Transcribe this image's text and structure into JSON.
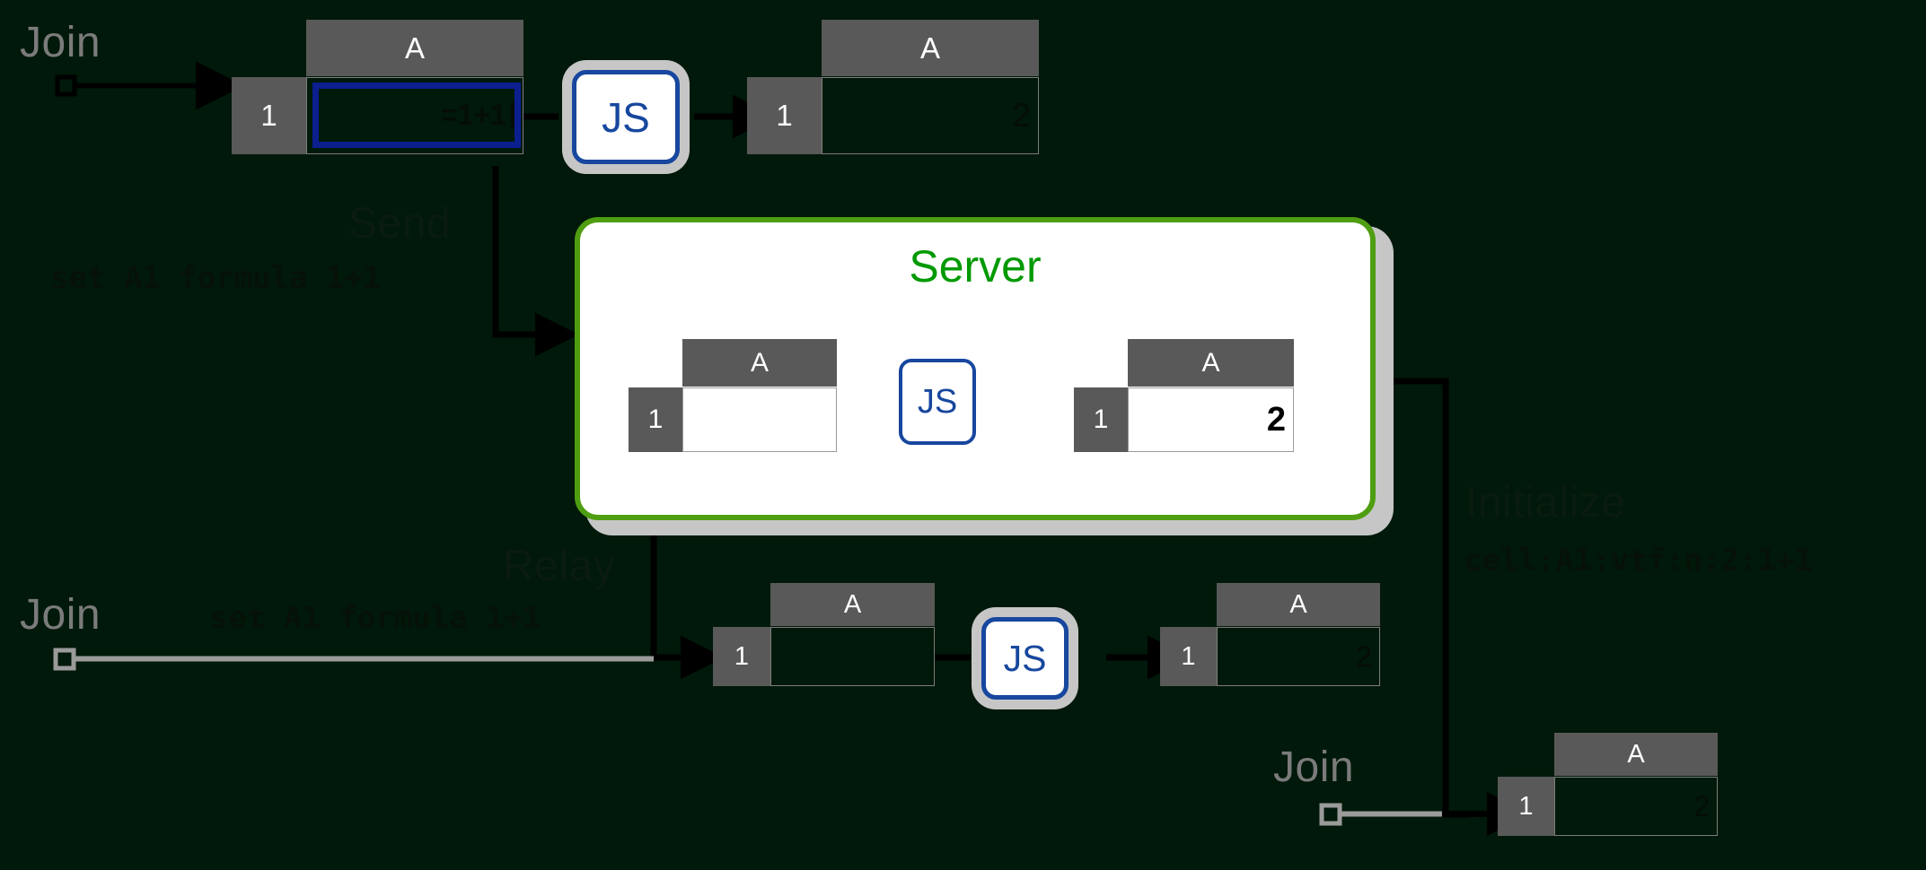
{
  "meta": {
    "background_color": "#00190a",
    "accent_green": "#4f9e12",
    "server_title_color": "#009900",
    "js_blue": "#17479e",
    "edit_border_blue": "#0b1f8f",
    "header_gray": "#595959",
    "shadow_gray": "#c6c6c6",
    "join_label_color": "#7b7b7b"
  },
  "labels": {
    "join_top": "Join",
    "join_middle": "Join",
    "join_bottom": "Join",
    "send": "Send",
    "send_payload": "set A1 formula 1+1",
    "relay": "Relay",
    "relay_payload": "set A1 formula 1+1",
    "initialize": "Initialize",
    "initialize_payload": "cell:A1:vtf:n:2:1+1"
  },
  "server": {
    "title": "Server",
    "input_sheet": {
      "column_header": "A",
      "row_header": "1",
      "cell_value": ""
    },
    "js_label": "JS",
    "output_sheet": {
      "column_header": "A",
      "row_header": "1",
      "cell_value": "2"
    }
  },
  "client_top": {
    "input_sheet": {
      "column_header": "A",
      "row_header": "1",
      "cell_value": "=1+1"
    },
    "js_label": "JS",
    "output_sheet": {
      "column_header": "A",
      "row_header": "1",
      "cell_value": "2"
    }
  },
  "client_bottom": {
    "input_sheet": {
      "column_header": "A",
      "row_header": "1",
      "cell_value": ""
    },
    "js_label": "JS",
    "output_sheet": {
      "column_header": "A",
      "row_header": "1",
      "cell_value": "2"
    }
  },
  "client_initialized": {
    "sheet": {
      "column_header": "A",
      "row_header": "1",
      "cell_value": "2"
    }
  }
}
